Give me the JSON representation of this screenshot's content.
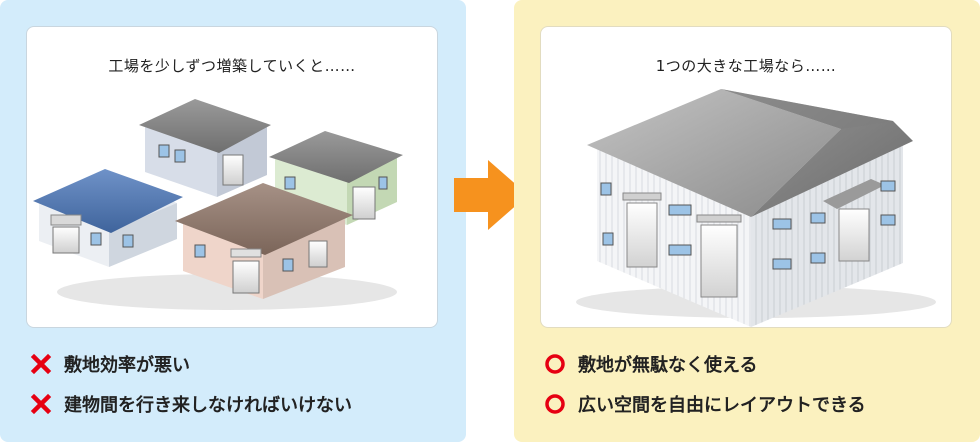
{
  "before": {
    "caption": "工場を少しずつ増築していくと……",
    "points": [
      "敷地効率が悪い",
      "建物間を行き来しなければいけない"
    ]
  },
  "after": {
    "caption": "1つの大きな工場なら……",
    "points": [
      "敷地が無駄なく使える",
      "広い空間を自由にレイアウトできる"
    ]
  },
  "colors": {
    "left_bg": "#d3ecfb",
    "right_bg": "#fbf1bf",
    "arrow": "#f6921e",
    "mark_red": "#e60012"
  },
  "icons": {
    "bad_mark": "cross-icon",
    "good_mark": "circle-icon",
    "transition": "arrow-right-icon"
  }
}
